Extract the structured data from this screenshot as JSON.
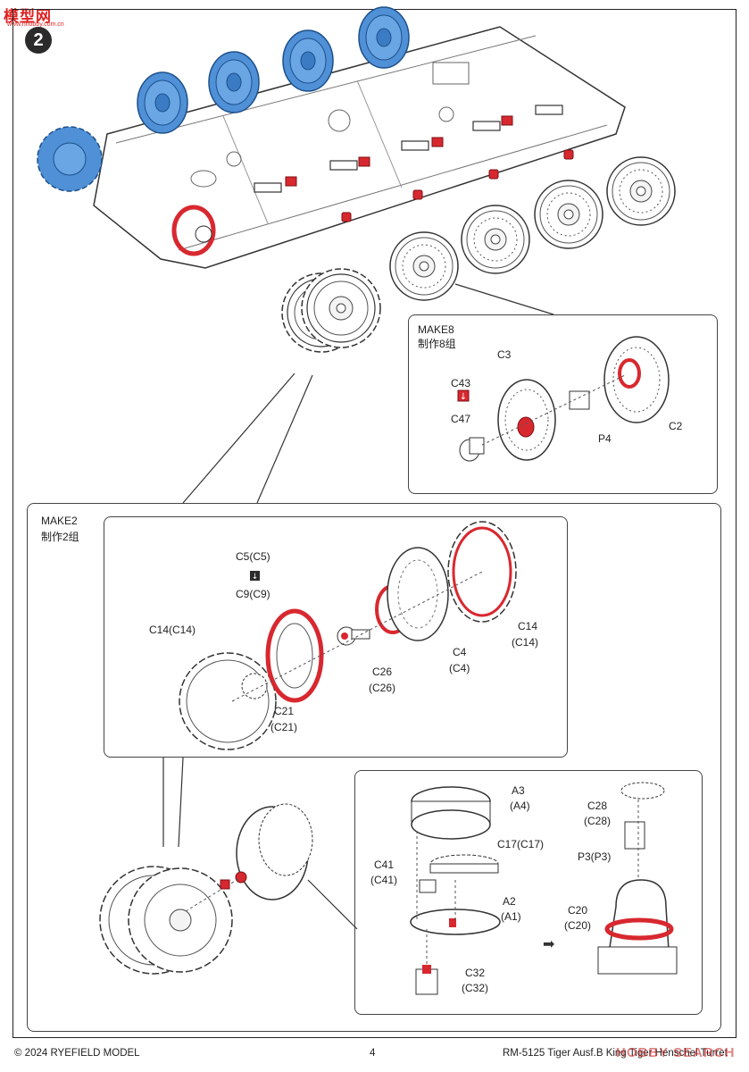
{
  "watermark": {
    "text": "模型网",
    "sub": "www.hhobby.com.cn"
  },
  "step": {
    "number": "2"
  },
  "make8": {
    "title": "MAKE8",
    "subtitle": "制作8组",
    "labels": {
      "c3": "C3",
      "c43": "C43",
      "c47": "C47",
      "c2": "C2",
      "p4": "P4"
    }
  },
  "make2": {
    "title": "MAKE2",
    "subtitle": "制作2组",
    "labels": {
      "c5": "C5(C5)",
      "c9": "C9(C9)",
      "c14_left": "C14(C14)",
      "c21": "C21",
      "c21b": "(C21)",
      "c26": "C26",
      "c26b": "(C26)",
      "c4": "C4",
      "c4b": "(C4)",
      "c14_right": "C14",
      "c14_rightb": "(C14)"
    }
  },
  "detail": {
    "labels": {
      "a3": "A3",
      "a3b": "(A4)",
      "c17": "C17(C17)",
      "c41": "C41",
      "c41b": "(C41)",
      "a2": "A2",
      "a2b": "(A1)",
      "c32": "C32",
      "c32b": "(C32)",
      "c28": "C28",
      "c28b": "(C28)",
      "p3": "P3(P3)",
      "c20": "C20",
      "c20b": "(C20)"
    }
  },
  "footer": {
    "copyright": "© 2024 RYEFIELD MODEL",
    "page": "4",
    "product": "RM-5125 Tiger Ausf.B King Tiger Henschel Turret",
    "watermark": "HOBBY SEARCH"
  },
  "colors": {
    "highlight": "#d8282f",
    "wheel_blue": "#4f90d6",
    "line": "#333333"
  }
}
